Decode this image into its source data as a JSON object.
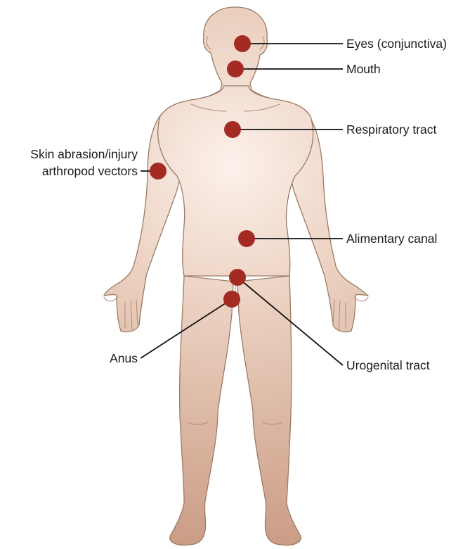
{
  "diagram": {
    "colors": {
      "skin_light": "#fcf1eb",
      "skin_mid": "#ecd2c2",
      "skin_dark": "#c99a82",
      "outline": "#9c7a66",
      "portal_marker": "#a32b24",
      "leader_line": "#111111"
    },
    "labels": {
      "eyes": "Eyes (conjunctiva)",
      "mouth": "Mouth",
      "respiratory": "Respiratory tract",
      "skin_line1": "Skin abrasion/injury",
      "skin_line2": "arthropod vectors",
      "alimentary": "Alimentary canal",
      "anus": "Anus",
      "urogenital": "Urogenital tract"
    }
  }
}
